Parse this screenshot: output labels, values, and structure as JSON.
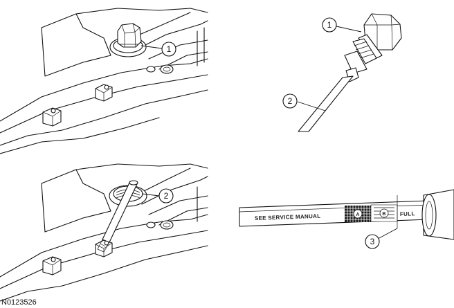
{
  "figure_code": "N0123526",
  "callouts": {
    "top_left": "1",
    "bottom_left": "2",
    "top_right_1": "1",
    "top_right_2": "2",
    "bottom_right": "3"
  },
  "dipstick": {
    "text": "SEE SERVICE MANUAL",
    "mark_a": "A",
    "mark_b": "B",
    "full_label": "FULL"
  }
}
